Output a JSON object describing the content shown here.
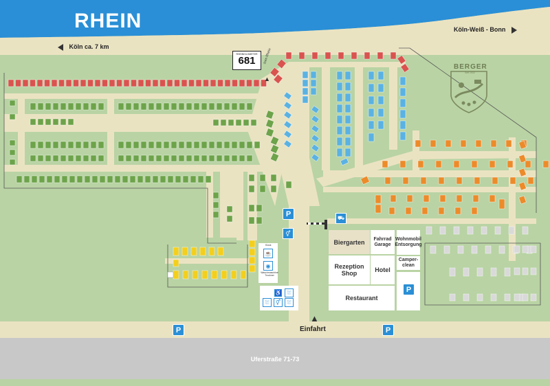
{
  "map": {
    "river": "RHEIN",
    "direction_right": "Köln-Weiß - Bonn",
    "direction_left": "Köln ca. 7 km",
    "rheinkilometer": {
      "label": "RHEINKILOMETER",
      "number": "681"
    },
    "rhine_path_label": "zum Rhein",
    "street": "Uferstraße 71-73",
    "entrance": "Einfahrt",
    "brand": "BERGER",
    "brand_sub": "Seit 1932",
    "colors": {
      "river": "#2a8fd6",
      "meadow": "#b9d3a4",
      "path": "#eae3c2",
      "street": "#c8c8c8",
      "pitch_red": "#d9534f",
      "pitch_green": "#6da34a",
      "pitch_blue": "#5ab2e2",
      "pitch_orange": "#ec8b2a",
      "pitch_yellow": "#f3cf1e",
      "pitch_grey": "#d9d9d9"
    },
    "facilities": {
      "biergarten": "Biergarten",
      "fahrrad_garage": "Fahrrad Garage",
      "wohnmobil_entsorgung": "Wohnmobil Entsorgung",
      "camper_clean": "Camper-clean",
      "rezeption_shop": "Rezeption Shop",
      "hotel": "Hotel",
      "restaurant": "Restaurant",
      "kiosk": "Kiosk",
      "waschmaschine_trockner": "Waschmaschine Trockner"
    },
    "icons": [
      "parking-icon",
      "toilet-icon",
      "wheelchair-icon",
      "shower-icon",
      "barrier-icon",
      "car-icon",
      "sink-icon",
      "washer-icon",
      "arrow-up-icon",
      "arrow-left-icon",
      "arrow-right-icon"
    ]
  }
}
